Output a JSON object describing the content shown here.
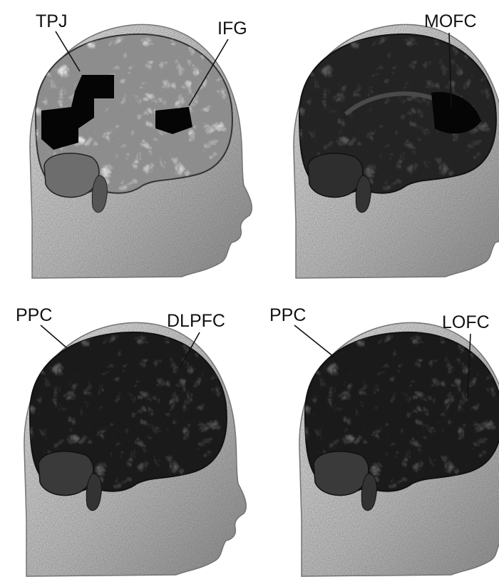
{
  "panels": [
    {
      "id": "top-left",
      "labels": [
        "TPJ",
        "IFG"
      ]
    },
    {
      "id": "top-right",
      "labels": [
        "MOFC"
      ]
    },
    {
      "id": "bottom-left",
      "labels": [
        "PPC",
        "DLPFC"
      ]
    },
    {
      "id": "bottom-right",
      "labels": [
        "PPC",
        "LOFC"
      ]
    }
  ],
  "colors": {
    "background": "#ffffff",
    "head_shading": "#bdbdbd",
    "brain_tissue": "#3a3a3a",
    "highlight_region": "#050505",
    "label_text": "#111111"
  }
}
